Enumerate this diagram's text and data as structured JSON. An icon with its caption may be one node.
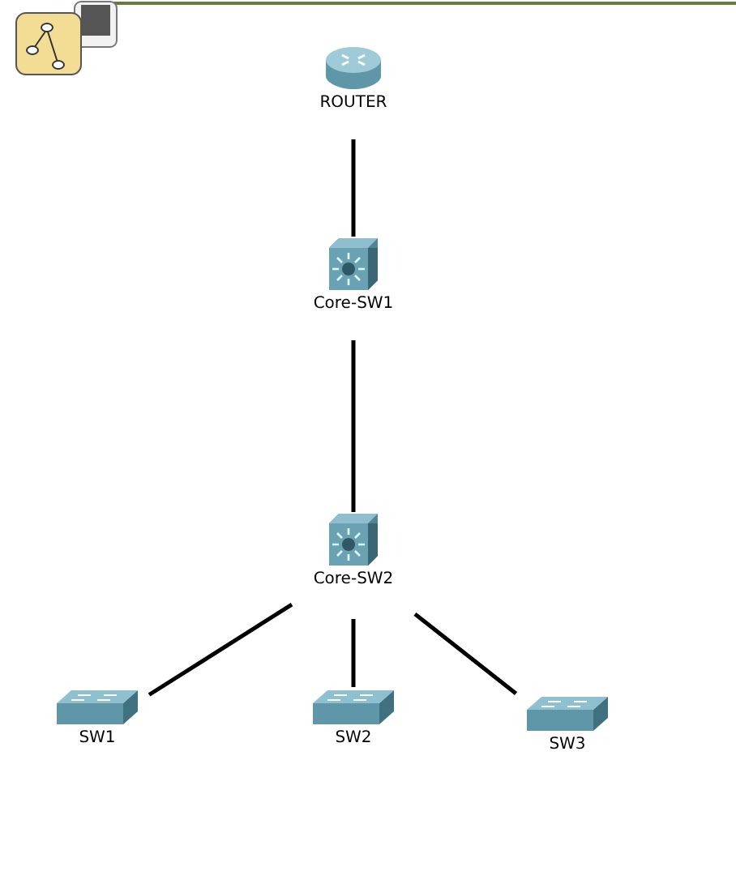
{
  "diagram": {
    "nodes": [
      {
        "text": [
          "ROUTER"
        ]
      },
      {
        "text": [
          "Core-SW1"
        ]
      },
      {
        "text": [
          "Core-SW2"
        ]
      },
      {
        "text": [
          "SW1"
        ]
      },
      {
        "text": [
          "SW2"
        ]
      },
      {
        "text": [
          "SW3"
        ]
      }
    ],
    "edges": [
      {
        "from": 0,
        "to": 1,
        "arrow": "none"
      },
      {
        "from": 1,
        "to": 2,
        "arrow": "none"
      },
      {
        "from": 2,
        "to": 3,
        "arrow": "none"
      },
      {
        "from": 2,
        "to": 4,
        "arrow": "none"
      },
      {
        "from": 2,
        "to": 5,
        "arrow": "none"
      }
    ]
  }
}
